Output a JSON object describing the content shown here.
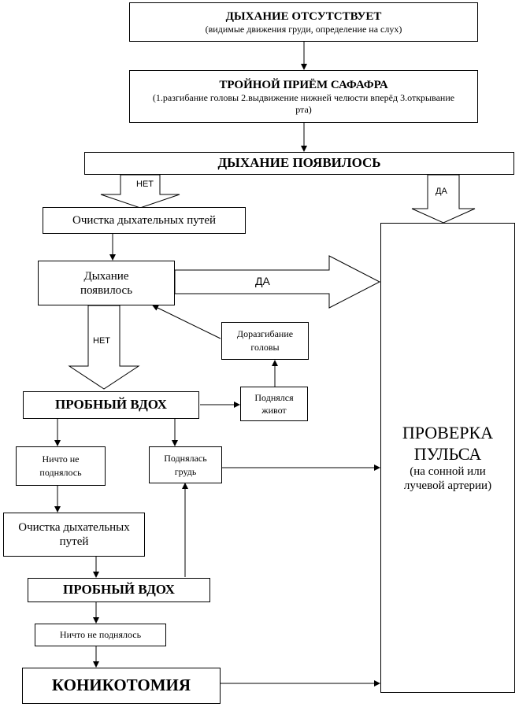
{
  "boxes": {
    "no_breathing_title": "ДЫХАНИЕ ОТСУТСТВУЕТ",
    "no_breathing_sub": "(видимые движения груди, определение на слух)",
    "safar_title": "ТРОЙНОЙ ПРИЁМ САФАФРА",
    "safar_sub": "(1.разгибание головы 2.выдвижение нижней челюсти вперёд 3.открывание рта)",
    "breathing_appeared": "ДЫХАНИЕ ПОЯВИЛОСЬ",
    "airway_clear_1": "Очистка дыхательных путей",
    "breathing_appeared_2": "Дыхание появилось",
    "head_extension": "Доразгибание головы",
    "trial_breath_1": "ПРОБНЫЙ ВДОХ",
    "belly_rose": "Поднялся живот",
    "nothing_rose_1": "Ничто не поднялось",
    "chest_rose": "Поднялась грудь",
    "airway_clear_2": "Очистка дыхательных путей",
    "trial_breath_2": "ПРОБНЫЙ ВДОХ",
    "nothing_rose_2": "Ничто не поднялось",
    "conicotomy": "КОНИКОТОМИЯ",
    "pulse_check_title": "ПРОВЕРКА ПУЛЬСА",
    "pulse_check_sub": "(на сонной или лучевой артерии)"
  },
  "labels": {
    "no_1": "НЕТ",
    "yes_1": "ДА",
    "yes_2": "ДА",
    "no_2": "НЕТ"
  }
}
